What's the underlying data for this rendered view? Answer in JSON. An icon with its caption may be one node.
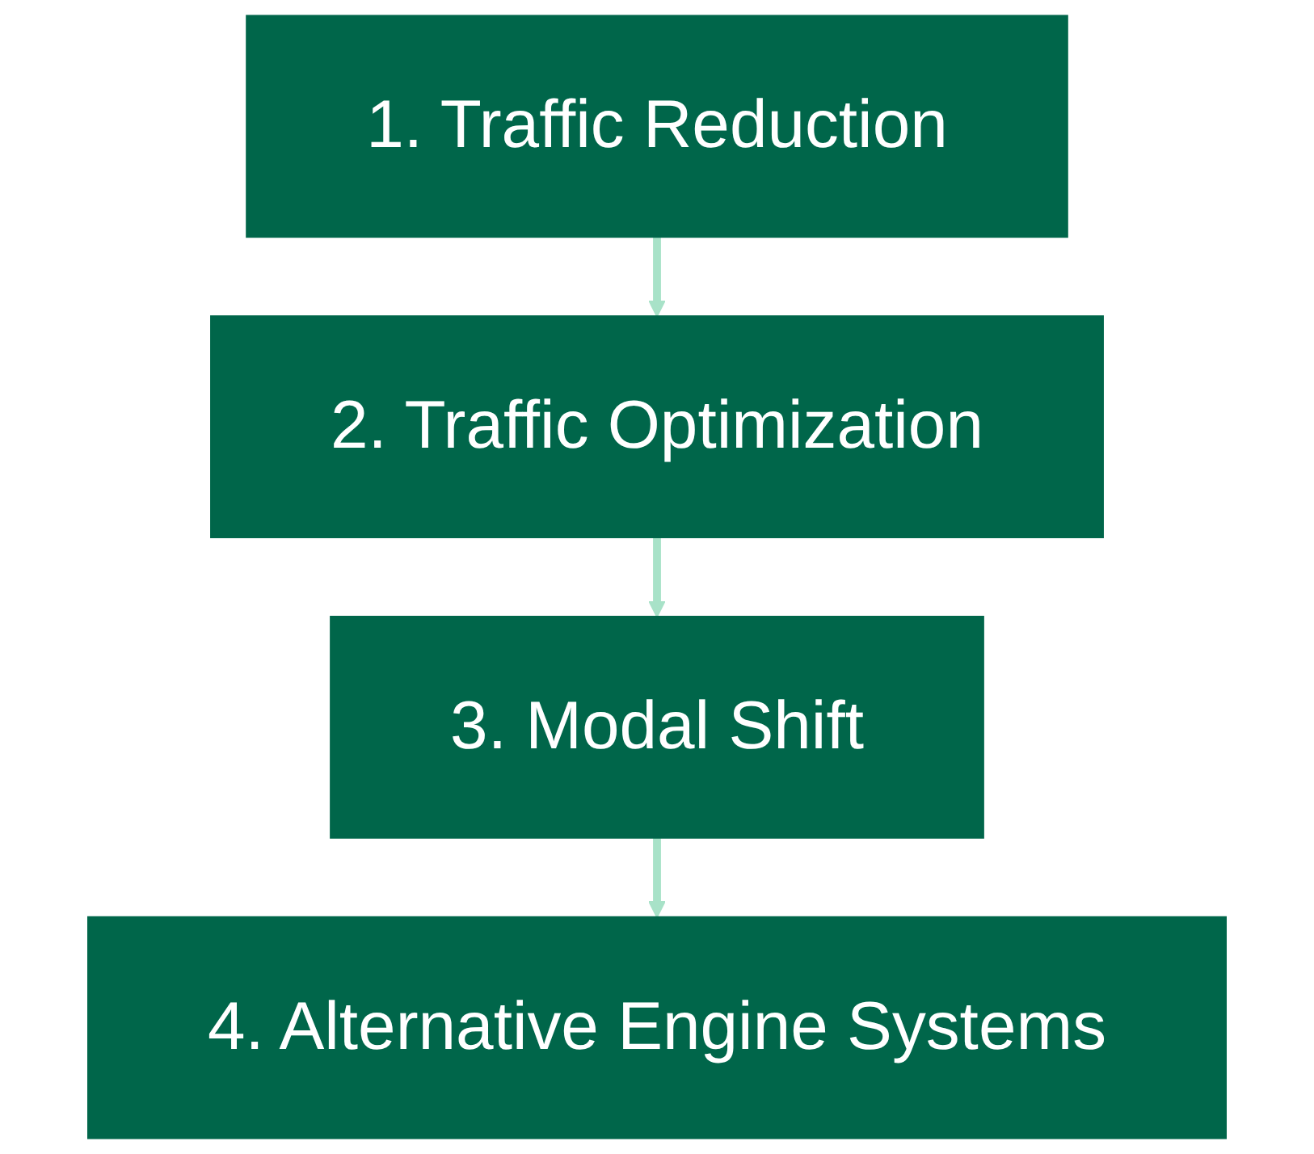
{
  "diagram": {
    "nodes": [
      {
        "text": [
          "1. Traffic Reduction"
        ]
      },
      {
        "text": [
          "2. Traffic Optimization"
        ]
      },
      {
        "text": [
          "3. Modal Shift"
        ]
      },
      {
        "text": [
          "4. Alternative Engine Systems"
        ]
      }
    ],
    "edges": [
      {
        "from": 0,
        "to": 1,
        "arrow": "to"
      },
      {
        "from": 1,
        "to": 2,
        "arrow": "to"
      },
      {
        "from": 2,
        "to": 3,
        "arrow": "to"
      }
    ]
  }
}
